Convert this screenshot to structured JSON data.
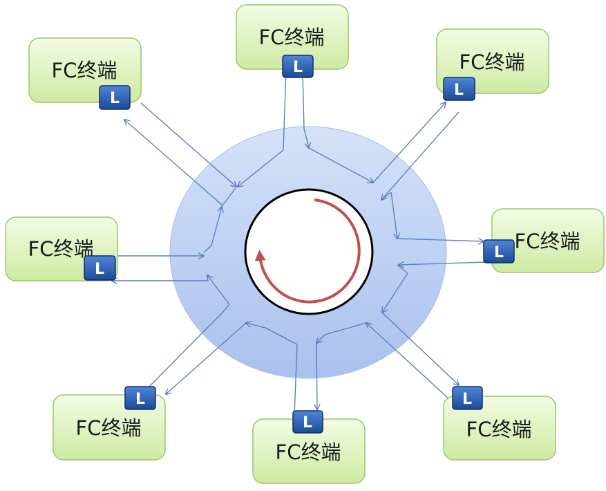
{
  "colors": {
    "node_fill_top": "#eefadb",
    "node_fill_bottom": "#cdeaa2",
    "node_border": "#9bc56a",
    "ring_outer": "#b9cdf3",
    "ring_inner_core": "#ffffff",
    "rotation_arrow": "#c0504d",
    "port_fill": "#2b62b5",
    "link_line": "#5b7fc2"
  },
  "nodes": [
    {
      "id": "top-left",
      "label": "FC终端",
      "port_label": "L"
    },
    {
      "id": "top",
      "label": "FC终端",
      "port_label": "L"
    },
    {
      "id": "top-right",
      "label": "FC终端",
      "port_label": "L"
    },
    {
      "id": "right",
      "label": "FC终端",
      "port_label": "L"
    },
    {
      "id": "bottom-right",
      "label": "FC终端",
      "port_label": "L"
    },
    {
      "id": "bottom",
      "label": "FC终端",
      "port_label": "L"
    },
    {
      "id": "bottom-left",
      "label": "FC终端",
      "port_label": "L"
    },
    {
      "id": "left",
      "label": "FC终端",
      "port_label": "L"
    }
  ],
  "ring": {
    "rotation_icon": "clockwise-arrow-icon"
  }
}
